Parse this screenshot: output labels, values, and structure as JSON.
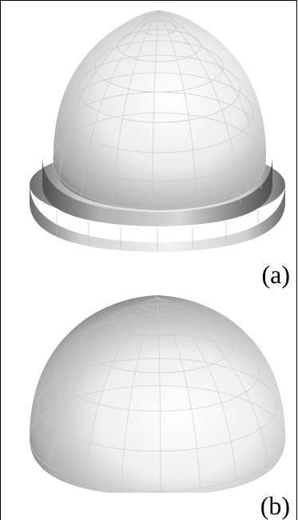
{
  "panels": [
    {
      "id": "a",
      "label": "(a)",
      "shape": "bullet-dome-with-stepped-base"
    },
    {
      "id": "b",
      "label": "(b)",
      "shape": "hemisphere"
    }
  ],
  "colors": {
    "background": "#ffffff",
    "frame": "#000000",
    "shade_light": "#f4f4f4",
    "shade_dark": "#5a5a5a",
    "mesh_line": "#bdbdbd"
  }
}
